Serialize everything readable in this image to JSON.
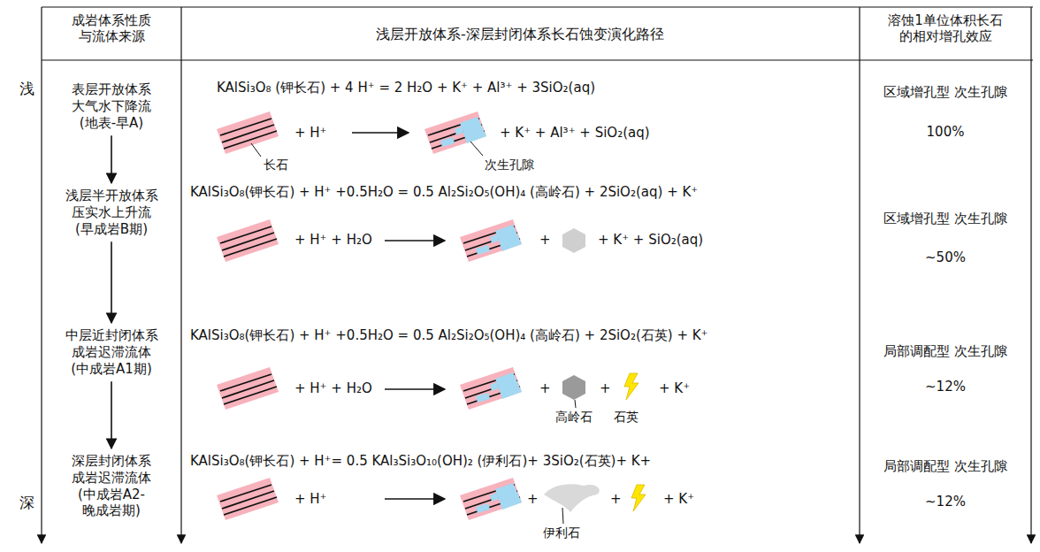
{
  "diagram": {
    "nodes": [
      {
        "text": [
          "表层开放体系 大气水下降流 (地表-早A)"
        ]
      },
      {
        "text": [
          "浅层半开放体系 压实水上升流 (早成岩B期)"
        ]
      },
      {
        "text": [
          "中层近封闭体系 成岩迟滞流体 (中成岩A1期)"
        ]
      },
      {
        "text": [
          "深层封闭体系 成岩迟滞流体 (中成岩A2- 晚成岩期)"
        ]
      }
    ],
    "edges": [
      {
        "from": 0,
        "to": 1,
        "arrow": "to"
      },
      {
        "from": 1,
        "to": 2,
        "arrow": "to"
      },
      {
        "from": 2,
        "to": 3,
        "arrow": "to"
      }
    ],
    "labels": [
      "浅",
      "深",
      "成岩体系性质 与流体来源",
      "浅层开放体系-深层封闭体系长石蚀变演化路径",
      "溶蚀1单位体积长石 的相对增孔效应",
      "KAlSi₃O₈ (钾长石) + 4 H⁺ = 2 H₂O + K⁺ + Al³⁺ + 3SiO₂(aq)",
      "+ H⁺",
      "+ K⁺ + Al³⁺ + SiO₂(aq)",
      "长石",
      "次生孔隙",
      "区域增孔型 次生孔隙",
      "100%",
      "KAlSi₃O₈(钾长石) + H⁺ +0.5H₂O = 0.5 Al₂Si₂O₅(OH)₄ (高岭石) + 2SiO₂(aq) + K⁺",
      "+ H⁺ + H₂O",
      "+",
      "+ K⁺ + SiO₂(aq)",
      "区域增孔型 次生孔隙",
      "~50%",
      "KAlSi₃O₈(钾长石) + H⁺ +0.5H₂O = 0.5 Al₂Si₂O₅(OH)₄ (高岭石) + 2SiO₂(石英) + K⁺",
      "+ H⁺ + H₂O",
      "+",
      "+",
      "+ K⁺",
      "高岭石",
      "石英",
      "局部调配型 次生孔隙",
      "~12%",
      "KAlSi₃O₈(钾长石) + H⁺= 0.5 KAl₃Si₃O₁₀(OH)₂ (伊利石)+ 3SiO₂(石英)+ K+",
      "+ H⁺",
      "+",
      "+",
      "+ K⁺",
      "伊利石",
      "局部调配型 次生孔隙",
      "~12%"
    ]
  }
}
